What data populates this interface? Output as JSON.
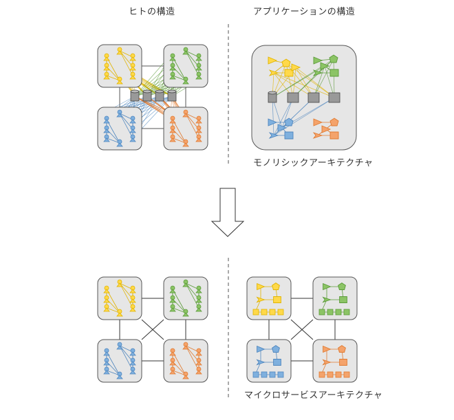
{
  "labels": {
    "human_structure": "ヒトの構造",
    "app_structure": "アプリケーションの構造",
    "monolithic": "モノリシックアーキテクチャ",
    "microservices": "マイクロサービスアーキテクチャ"
  },
  "colors": {
    "yellow": "#FFD94A",
    "yellow_stroke": "#E0B400",
    "green": "#8CC466",
    "green_stroke": "#5A9A38",
    "blue": "#7FB0DE",
    "blue_stroke": "#4F86BE",
    "orange": "#F4A36B",
    "orange_stroke": "#E07A30",
    "box_fill": "#E6E6E6",
    "box_stroke": "#555555",
    "db_fill": "#999999"
  }
}
